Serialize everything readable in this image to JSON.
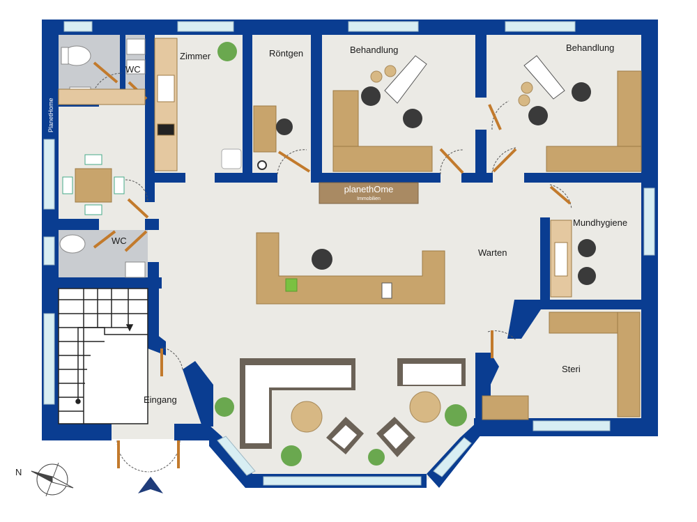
{
  "plan": {
    "rooms": {
      "wc_top": "WC",
      "zimmer": "Zimmer",
      "roentgen": "Röntgen",
      "behandlung_1": "Behandlung",
      "behandlung_2": "Behandlung",
      "wc_bottom": "WC",
      "warten": "Warten",
      "mundhygiene": "Mundhygiene",
      "steri": "Steri",
      "eingang": "Eingang"
    },
    "logo": {
      "brand": "planethOme",
      "sub": "Immobilien"
    },
    "wall_brand": "PlanetHome",
    "compass_label": "N",
    "colors": {
      "wall": "#0a3d91",
      "floor": "#ebeae5",
      "tile": "#c9ccd0",
      "wood": "#b8935f",
      "window": "#d8eef3"
    }
  }
}
